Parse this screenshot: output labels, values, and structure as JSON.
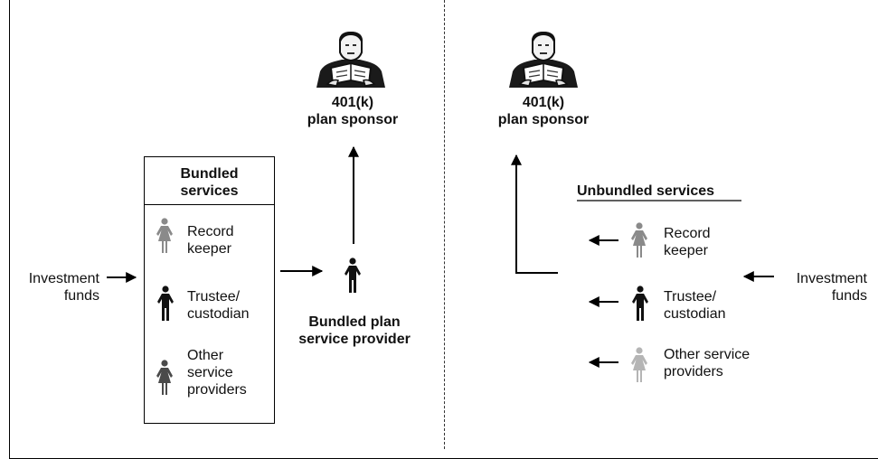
{
  "left": {
    "sponsor": {
      "line1": "401(k)",
      "line2": "plan sponsor"
    },
    "bundled_box": {
      "title_line1": "Bundled",
      "title_line2": "services",
      "items": [
        {
          "line1": "Record",
          "line2": "keeper",
          "line3": "",
          "icon": "female-person-icon",
          "color": "#8a8a8a"
        },
        {
          "line1": "Trustee/",
          "line2": "custodian",
          "line3": "",
          "icon": "male-person-icon",
          "color": "#111111"
        },
        {
          "line1": "Other",
          "line2": "service",
          "line3": "providers",
          "icon": "female-person-icon",
          "color": "#4a4a4a"
        }
      ]
    },
    "investment_funds": {
      "line1": "Investment",
      "line2": "funds"
    },
    "provider": {
      "line1": "Bundled plan",
      "line2": "service provider"
    }
  },
  "right": {
    "sponsor": {
      "line1": "401(k)",
      "line2": "plan sponsor"
    },
    "heading": "Unbundled services",
    "items": [
      {
        "line1": "Record",
        "line2": "keeper",
        "icon": "female-person-icon",
        "color": "#8a8a8a"
      },
      {
        "line1": "Trustee/",
        "line2": "custodian",
        "icon": "male-person-icon",
        "color": "#111111"
      },
      {
        "line1": "Other service",
        "line2": "providers",
        "icon": "female-person-icon",
        "color": "#b5b5b5"
      }
    ],
    "investment_funds": {
      "line1": "Investment",
      "line2": "funds"
    }
  }
}
